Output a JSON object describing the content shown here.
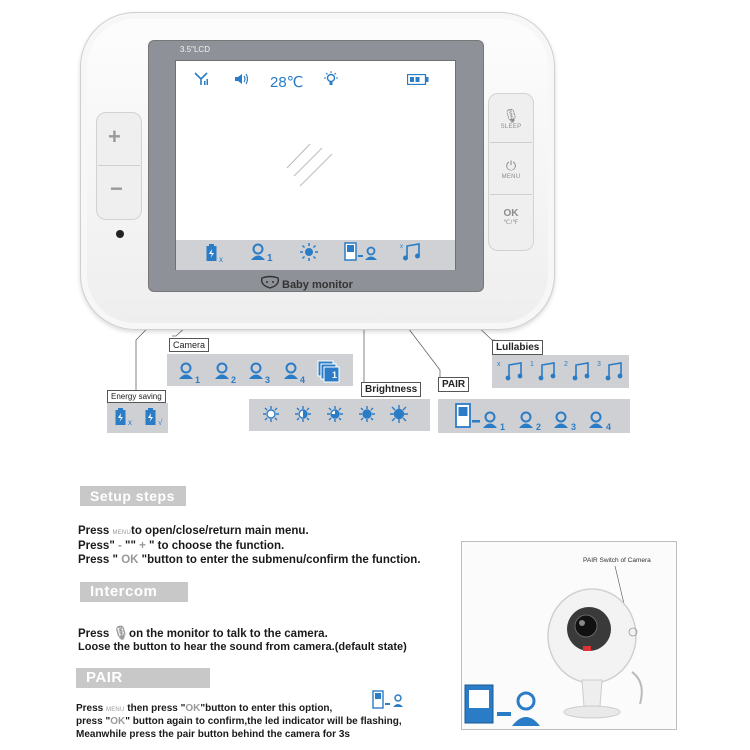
{
  "device": {
    "lcd_label": "3.5\"LCD",
    "temperature": "28℃",
    "brand": "Baby monitor",
    "buttons": {
      "sleep": "SLEEP",
      "menu": "MENU",
      "ok_glyph": "OK",
      "ok_sub": "℃/℉"
    },
    "bar_cam_num": "1",
    "bar_energy_sub": "x"
  },
  "callouts": {
    "camera": {
      "label": "Camera",
      "nums": [
        "1",
        "2",
        "3",
        "4"
      ],
      "stack_num": "1"
    },
    "energy": {
      "label": "Energy saving",
      "subs": [
        "x",
        "√"
      ]
    },
    "brightness": {
      "label": "Brightness"
    },
    "pair": {
      "label": "PAIR",
      "nums": [
        "1",
        "2",
        "3",
        "4"
      ]
    },
    "lullabies": {
      "label": "Lullabies",
      "nums": [
        "x",
        "1",
        "2",
        "3"
      ]
    }
  },
  "setup": {
    "heading": "Setup steps",
    "l1_a": "Press ",
    "l1_menu": "MENU",
    "l1_b": "to open/close/return main menu.",
    "l2_a": "Press\" ",
    "l2_minus": "-",
    "l2_b": " \"\" ",
    "l2_plus": "+",
    "l2_c": " \" to choose the function.",
    "l3_a": "Press \" ",
    "l3_ok": "OK",
    "l3_b": " \"button to enter the submenu/confirm the function."
  },
  "intercom": {
    "heading": "Intercom",
    "l1_a": "Press ",
    "l1_b": "on the monitor to talk to the camera.",
    "l2": "Loose the button to hear the sound from camera.(default state)"
  },
  "pair_section": {
    "heading": "PAIR",
    "l1_a": "Press ",
    "l1_menu": "MENU",
    "l1_b": " then press \"",
    "l1_ok": "OK",
    "l1_c": "\"button to enter this option,",
    "l2_a": "press \"",
    "l2_ok": "OK",
    "l2_b": "\" button again to confirm,the led indicator will be flashing,",
    "l3": "Meanwhile press    the pair button behind the camera for 3s"
  },
  "camera_photo": {
    "label": "PAIR Switch of Camera"
  },
  "colors": {
    "accent_blue": "#2b7cc6",
    "panel_grey": "#cfd0d3",
    "heading_grey": "#c8c8c8"
  }
}
